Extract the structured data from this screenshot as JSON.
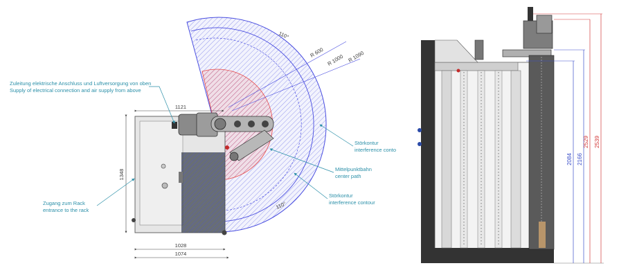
{
  "top_view": {
    "angle_top": "110°",
    "angle_bottom": "110°",
    "radius_labels": [
      "R 600",
      "R 1000",
      "R 1090"
    ],
    "supply_note": {
      "de": "Zuleitung elektrische Anschluss und Luftversorgung von oben",
      "en": "Supply of electrical connection and air supply from above"
    },
    "rack_note": {
      "de": "Zugang zum Rack",
      "en": "entrance to the rack"
    },
    "interference_note_1": {
      "de": "Störkontur",
      "en": "interference conto"
    },
    "center_path_note": {
      "de": "Mittelpunktbahn",
      "en": "center path"
    },
    "interference_note_2": {
      "de": "Störkontur",
      "en": "interference contour"
    },
    "dims": {
      "width_top": "1121",
      "height_left": "1348",
      "width_bottom_1": "1028",
      "width_bottom_2": "1074"
    }
  },
  "side_view": {
    "dims": {
      "h1": "2084",
      "h2": "2166",
      "h3": "2529",
      "h4": "2539"
    }
  },
  "colors": {
    "zone_blue": "#4a4ee0",
    "zone_red": "#e84a4a",
    "annotation": "#2a8fa8",
    "dim_blue": "#3b4fc9",
    "dim_red": "#d23838"
  }
}
